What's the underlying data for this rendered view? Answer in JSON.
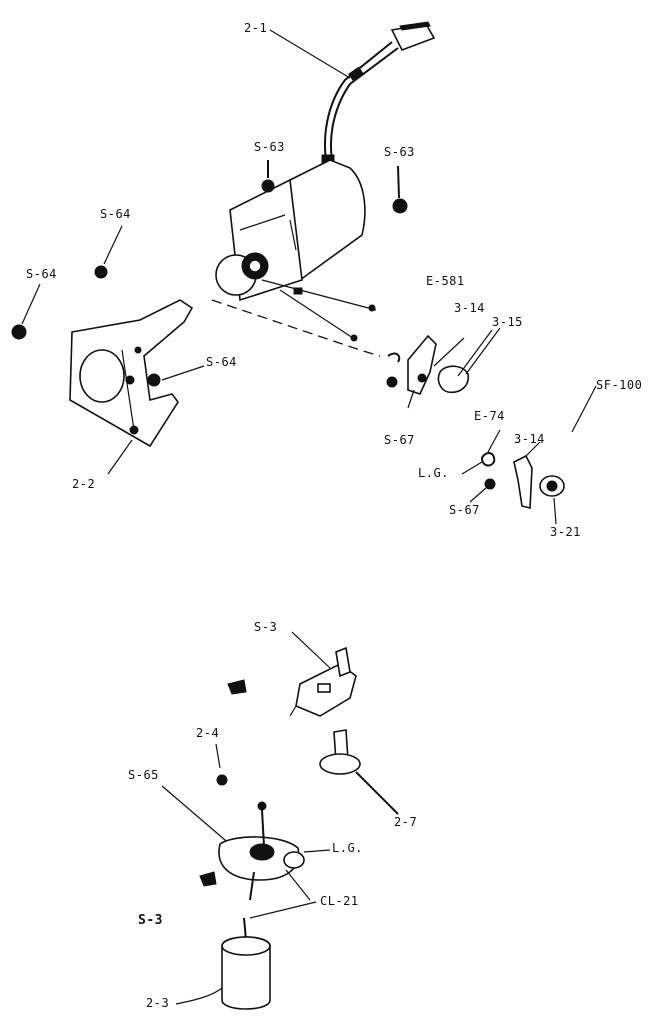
{
  "labels": {
    "l_2_1": "2-1",
    "l_s63_a": "S-63",
    "l_s63_b": "S-63",
    "l_s64_a": "S-64",
    "l_s64_b": "S-64",
    "l_s64_c": "S-64",
    "l_2_2": "2-2",
    "l_e581": "E-581",
    "l_3_14_a": "3-14",
    "l_3_15": "3-15",
    "l_s67_a": "S-67",
    "l_sf100": "SF-100",
    "l_e74": "E-74",
    "l_3_14_b": "3-14",
    "l_lg_a": "L.G.",
    "l_s67_b": "S-67",
    "l_3_21": "3-21",
    "l_s3_a": "S-3",
    "l_2_4": "2-4",
    "l_s65": "S-65",
    "l_2_7": "2-7",
    "l_lg_b": "L.G.",
    "l_cl21": "CL-21",
    "l_s3_b": "S-3",
    "l_2_3": "2-3"
  },
  "colors": {
    "ink": "#111111",
    "paper": "#ffffff"
  }
}
